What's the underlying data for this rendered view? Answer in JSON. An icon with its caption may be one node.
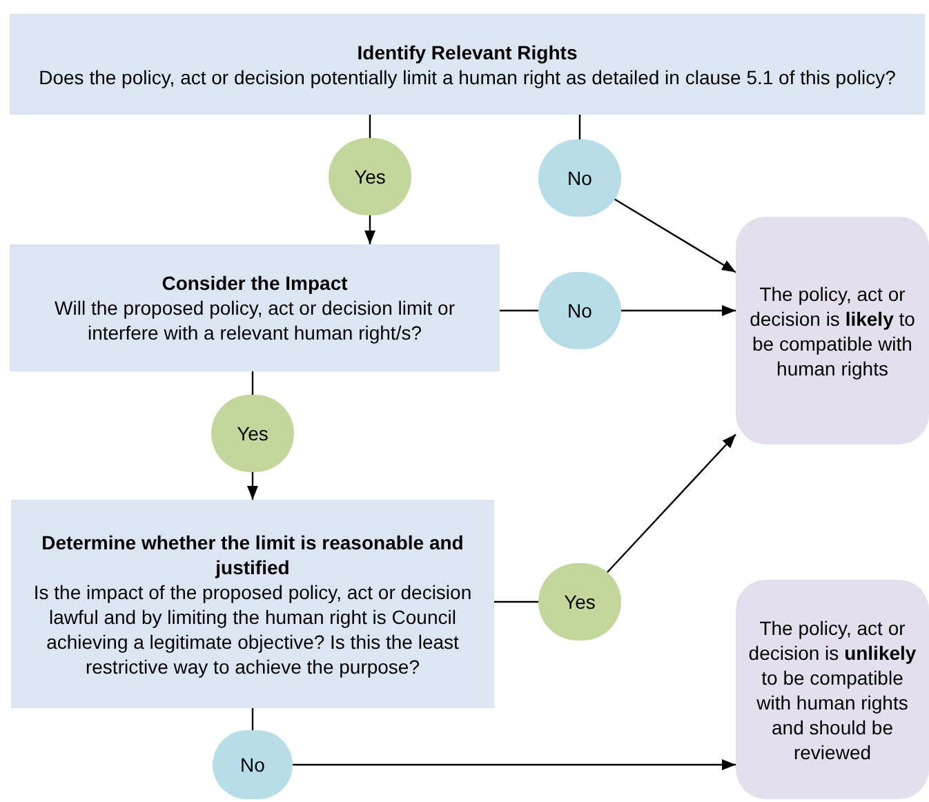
{
  "diagram": {
    "nodes": [
      {
        "text": [
          "Identify Relevant Rights",
          "Does the policy, act or decision potentially limit a human right as detailed in clause 5.1 of this policy?"
        ]
      },
      {
        "text": [
          "Yes"
        ]
      },
      {
        "text": [
          "No"
        ]
      },
      {
        "text": [
          "Consider the Impact",
          "Will the proposed policy, act or decision limit or interfere with a relevant human right/s?"
        ]
      },
      {
        "text": [
          "No"
        ]
      },
      {
        "text": [
          "The policy, act or decision is **likely** to be compatible with human rights"
        ]
      },
      {
        "text": [
          "Yes"
        ]
      },
      {
        "text": [
          "Determine whether the limit is reasonable and justified",
          "Is the impact of the proposed policy, act or decision lawful and by limiting the human right is Council achieving a legitimate objective? Is this the least restrictive way to achieve the purpose?"
        ]
      },
      {
        "text": [
          "Yes"
        ]
      },
      {
        "text": [
          "No"
        ]
      },
      {
        "text": [
          "The policy, act or decision is **unlikely** to be compatible with human rights and should be reviewed"
        ]
      }
    ],
    "edges": [
      {
        "from": 0,
        "to": 1,
        "arrow": "none"
      },
      {
        "from": 1,
        "to": 3,
        "arrow": "to"
      },
      {
        "from": 0,
        "to": 2,
        "arrow": "none"
      },
      {
        "from": 2,
        "to": 5,
        "arrow": "to"
      },
      {
        "from": 3,
        "to": 4,
        "arrow": "none"
      },
      {
        "from": 4,
        "to": 5,
        "arrow": "to"
      },
      {
        "from": 3,
        "to": 6,
        "arrow": "none"
      },
      {
        "from": 6,
        "to": 7,
        "arrow": "to"
      },
      {
        "from": 7,
        "to": 8,
        "arrow": "none"
      },
      {
        "from": 8,
        "to": 5,
        "arrow": "to"
      },
      {
        "from": 7,
        "to": 9,
        "arrow": "none"
      },
      {
        "from": 9,
        "to": 10,
        "arrow": "to"
      }
    ]
  }
}
